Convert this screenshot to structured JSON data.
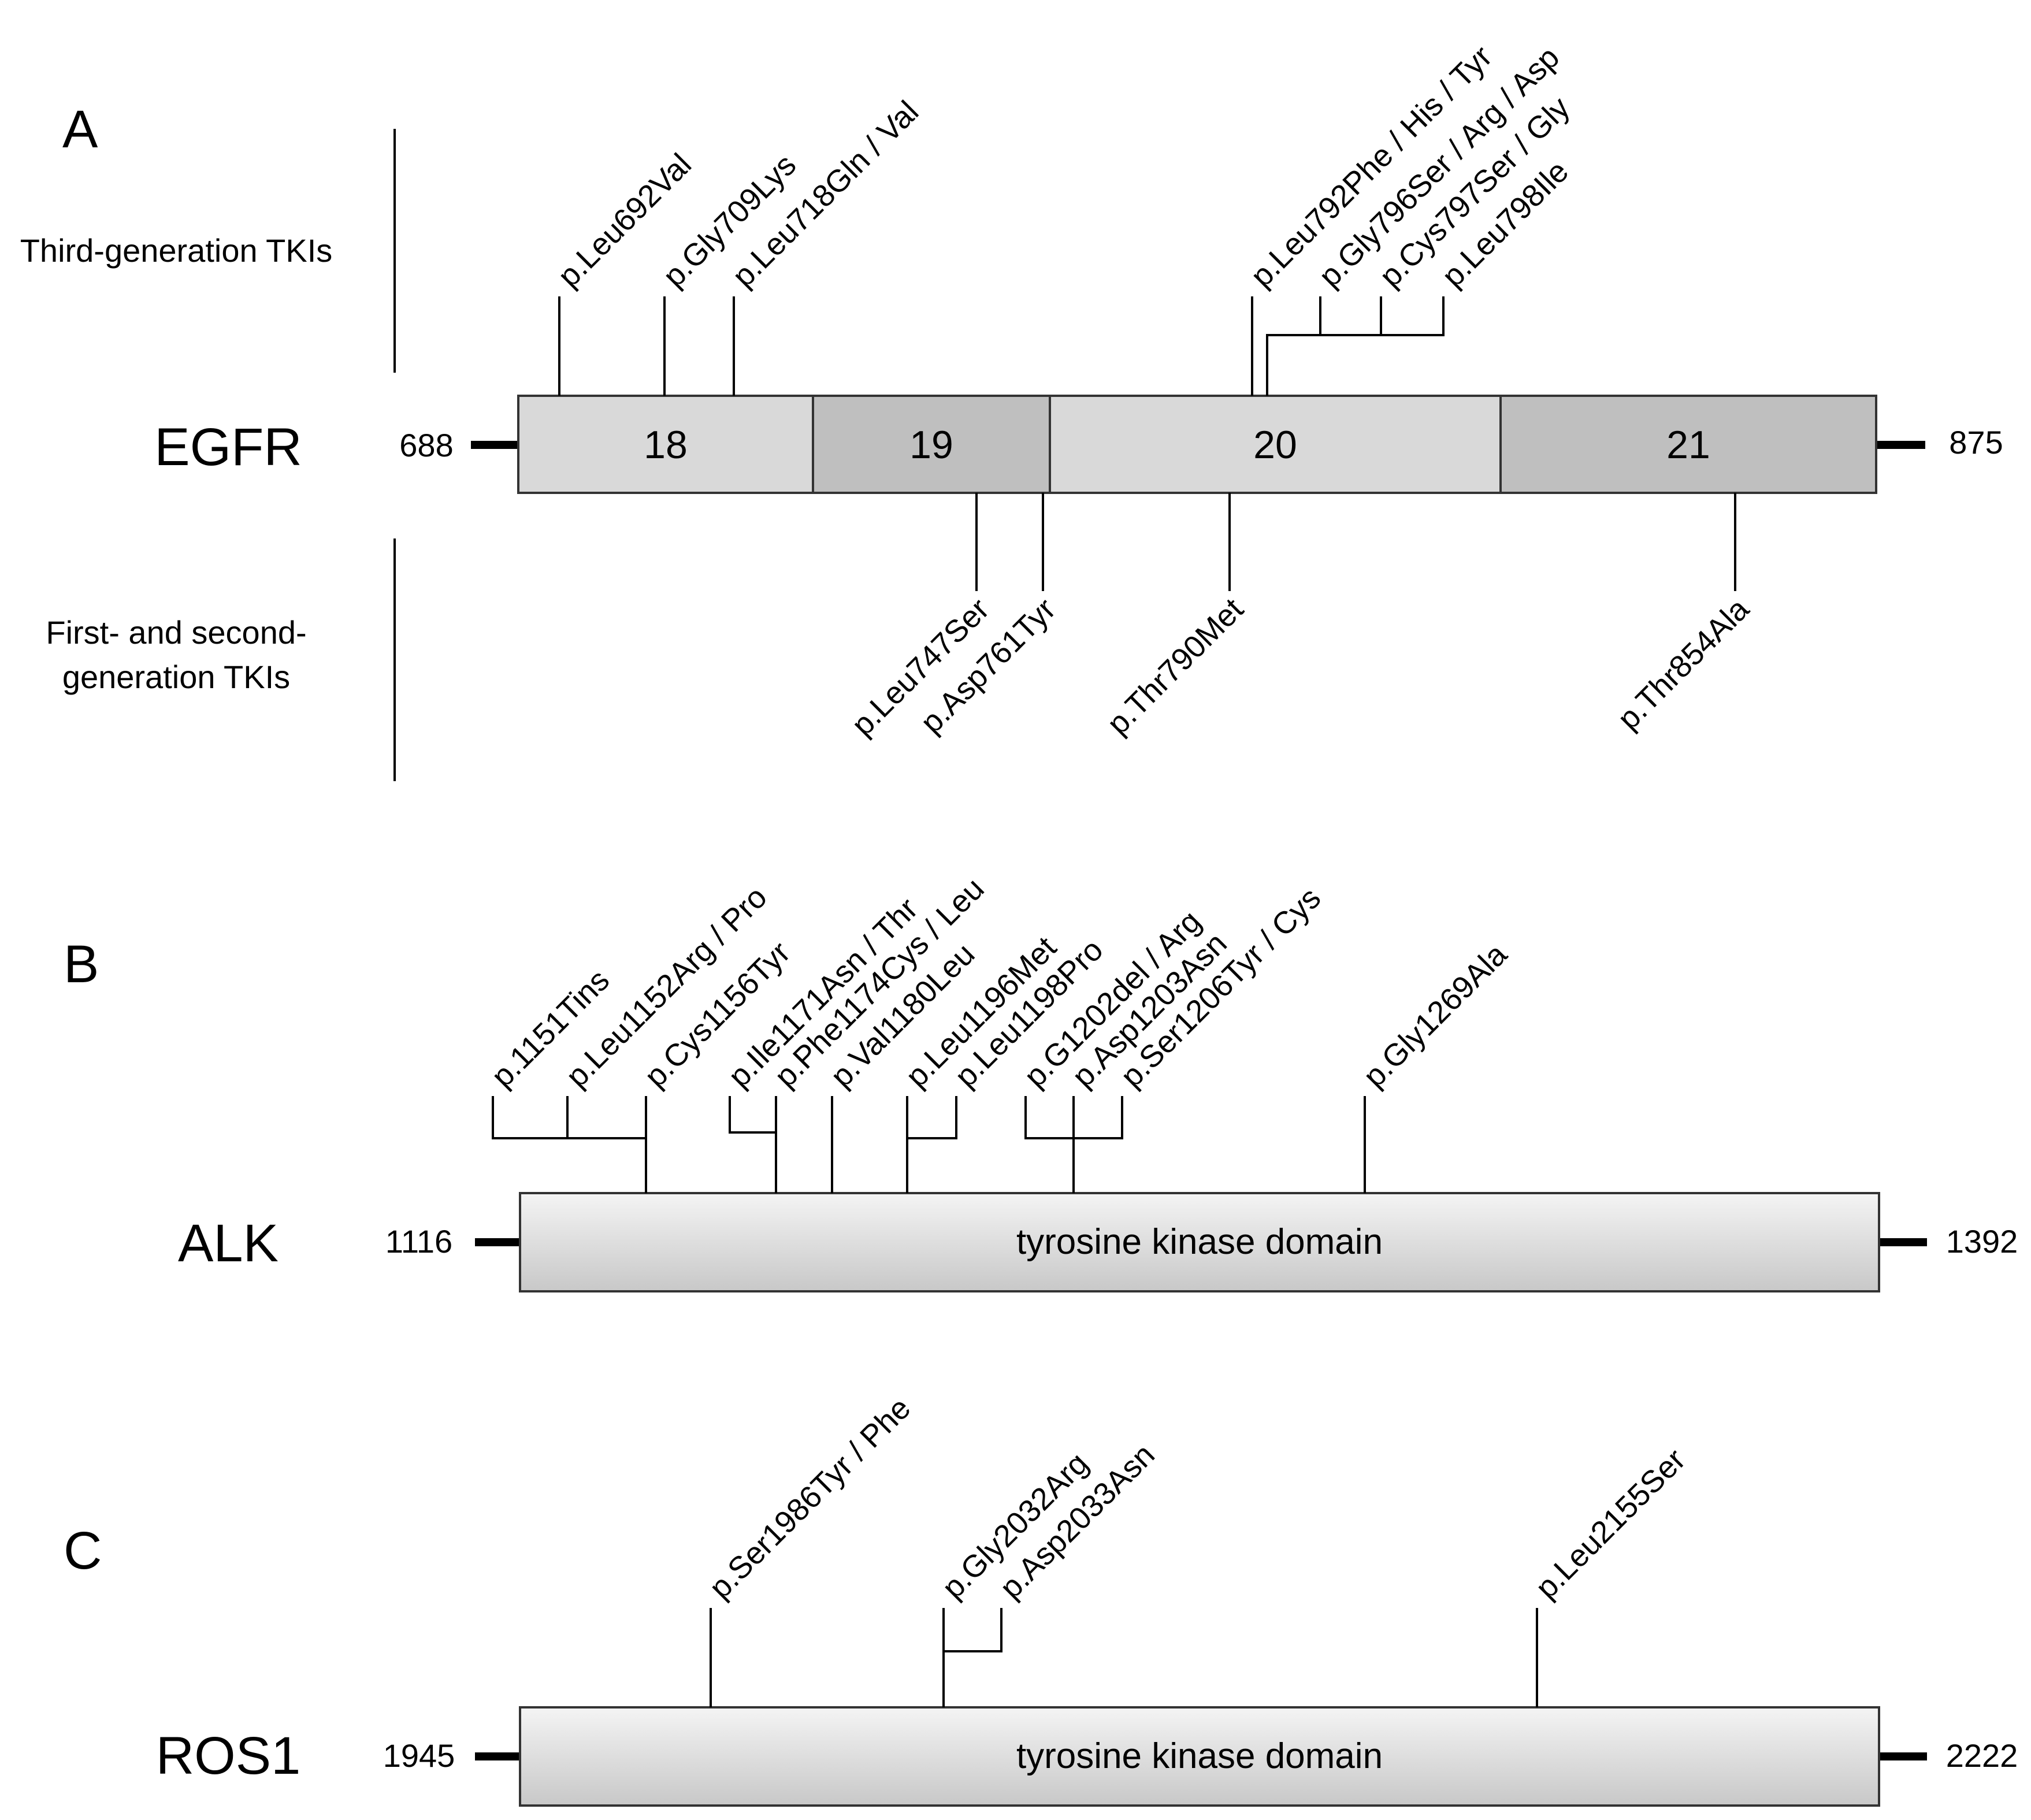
{
  "colors": {
    "exon_light": "#d9d9d9",
    "exon_dark": "#bfbfbf",
    "domain_top": "#f2f2f2",
    "domain_bottom": "#c8c8c8",
    "line": "#000000"
  },
  "panelA": {
    "letter": "A",
    "gene": "EGFR",
    "start": "688",
    "end": "875",
    "top_group_label": "Third-generation TKIs",
    "bottom_group_label_line1": "First- and second-",
    "bottom_group_label_line2": "generation TKIs",
    "exons": [
      "18",
      "19",
      "20",
      "21"
    ],
    "mutations_top": [
      "p.Leu692Val",
      "p.Gly709Lys",
      "p.Leu718Gln / Val",
      "p.Leu792Phe / His / Tyr",
      "p.Gly796Ser / Arg / Asp",
      "p.Cys797Ser / Gly",
      "p.Leu798Ile"
    ],
    "mutations_bottom": [
      "p.Leu747Ser",
      "p.Asp761Tyr",
      "p.Thr790Met",
      "p.Thr854Ala"
    ]
  },
  "panelB": {
    "letter": "B",
    "gene": "ALK",
    "start": "1116",
    "end": "1392",
    "domain": "tyrosine kinase domain",
    "mutations": [
      "p.1151Tins",
      "p.Leu1152Arg / Pro",
      "p.Cys1156Tyr",
      "p.Ile1171Asn / Thr",
      "p.Phe1174Cys / Leu",
      "p.Val1180Leu",
      "p.Leu1196Met",
      "p.Leu1198Pro",
      "p.G1202del / Arg",
      "p.Asp1203Asn",
      "p.Ser1206Tyr / Cys",
      "p.Gly1269Ala"
    ]
  },
  "panelC": {
    "letter": "C",
    "gene": "ROS1",
    "start": "1945",
    "end": "2222",
    "domain": "tyrosine kinase domain",
    "mutations": [
      "p.Ser1986Tyr / Phe",
      "p.Gly2032Arg",
      "p.Asp2033Asn",
      "p.Leu2155Ser"
    ]
  }
}
